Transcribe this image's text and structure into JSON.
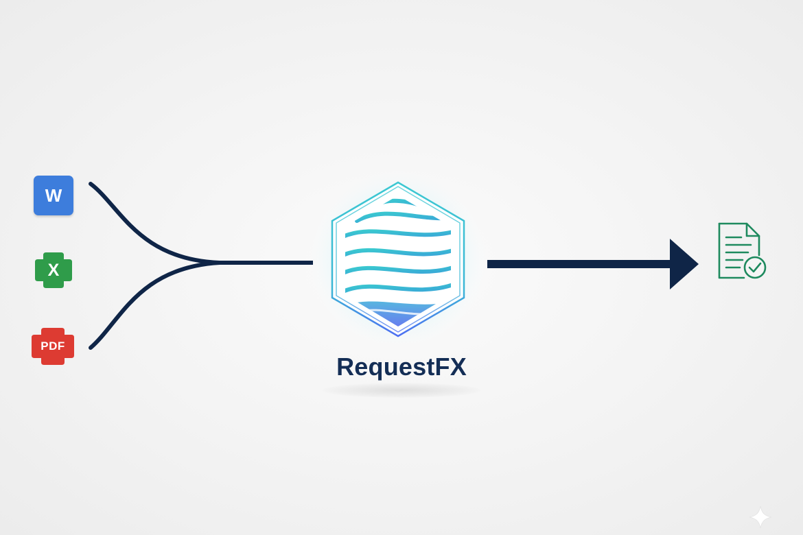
{
  "brand": {
    "name": "RequestFX"
  },
  "inputs": [
    {
      "icon": "word-document-icon",
      "label": "W",
      "color": "#3d7ddc"
    },
    {
      "icon": "excel-spreadsheet-icon",
      "label": "X",
      "color": "#2f9c4a"
    },
    {
      "icon": "pdf-document-icon",
      "label": "PDF",
      "color": "#dd3b32"
    }
  ],
  "output": {
    "icon": "verified-document-icon",
    "color": "#1e8a5e"
  },
  "colors": {
    "arrow": "#0f2547",
    "logo_teal": "#35c2cf",
    "logo_blue": "#4a6cf0"
  }
}
